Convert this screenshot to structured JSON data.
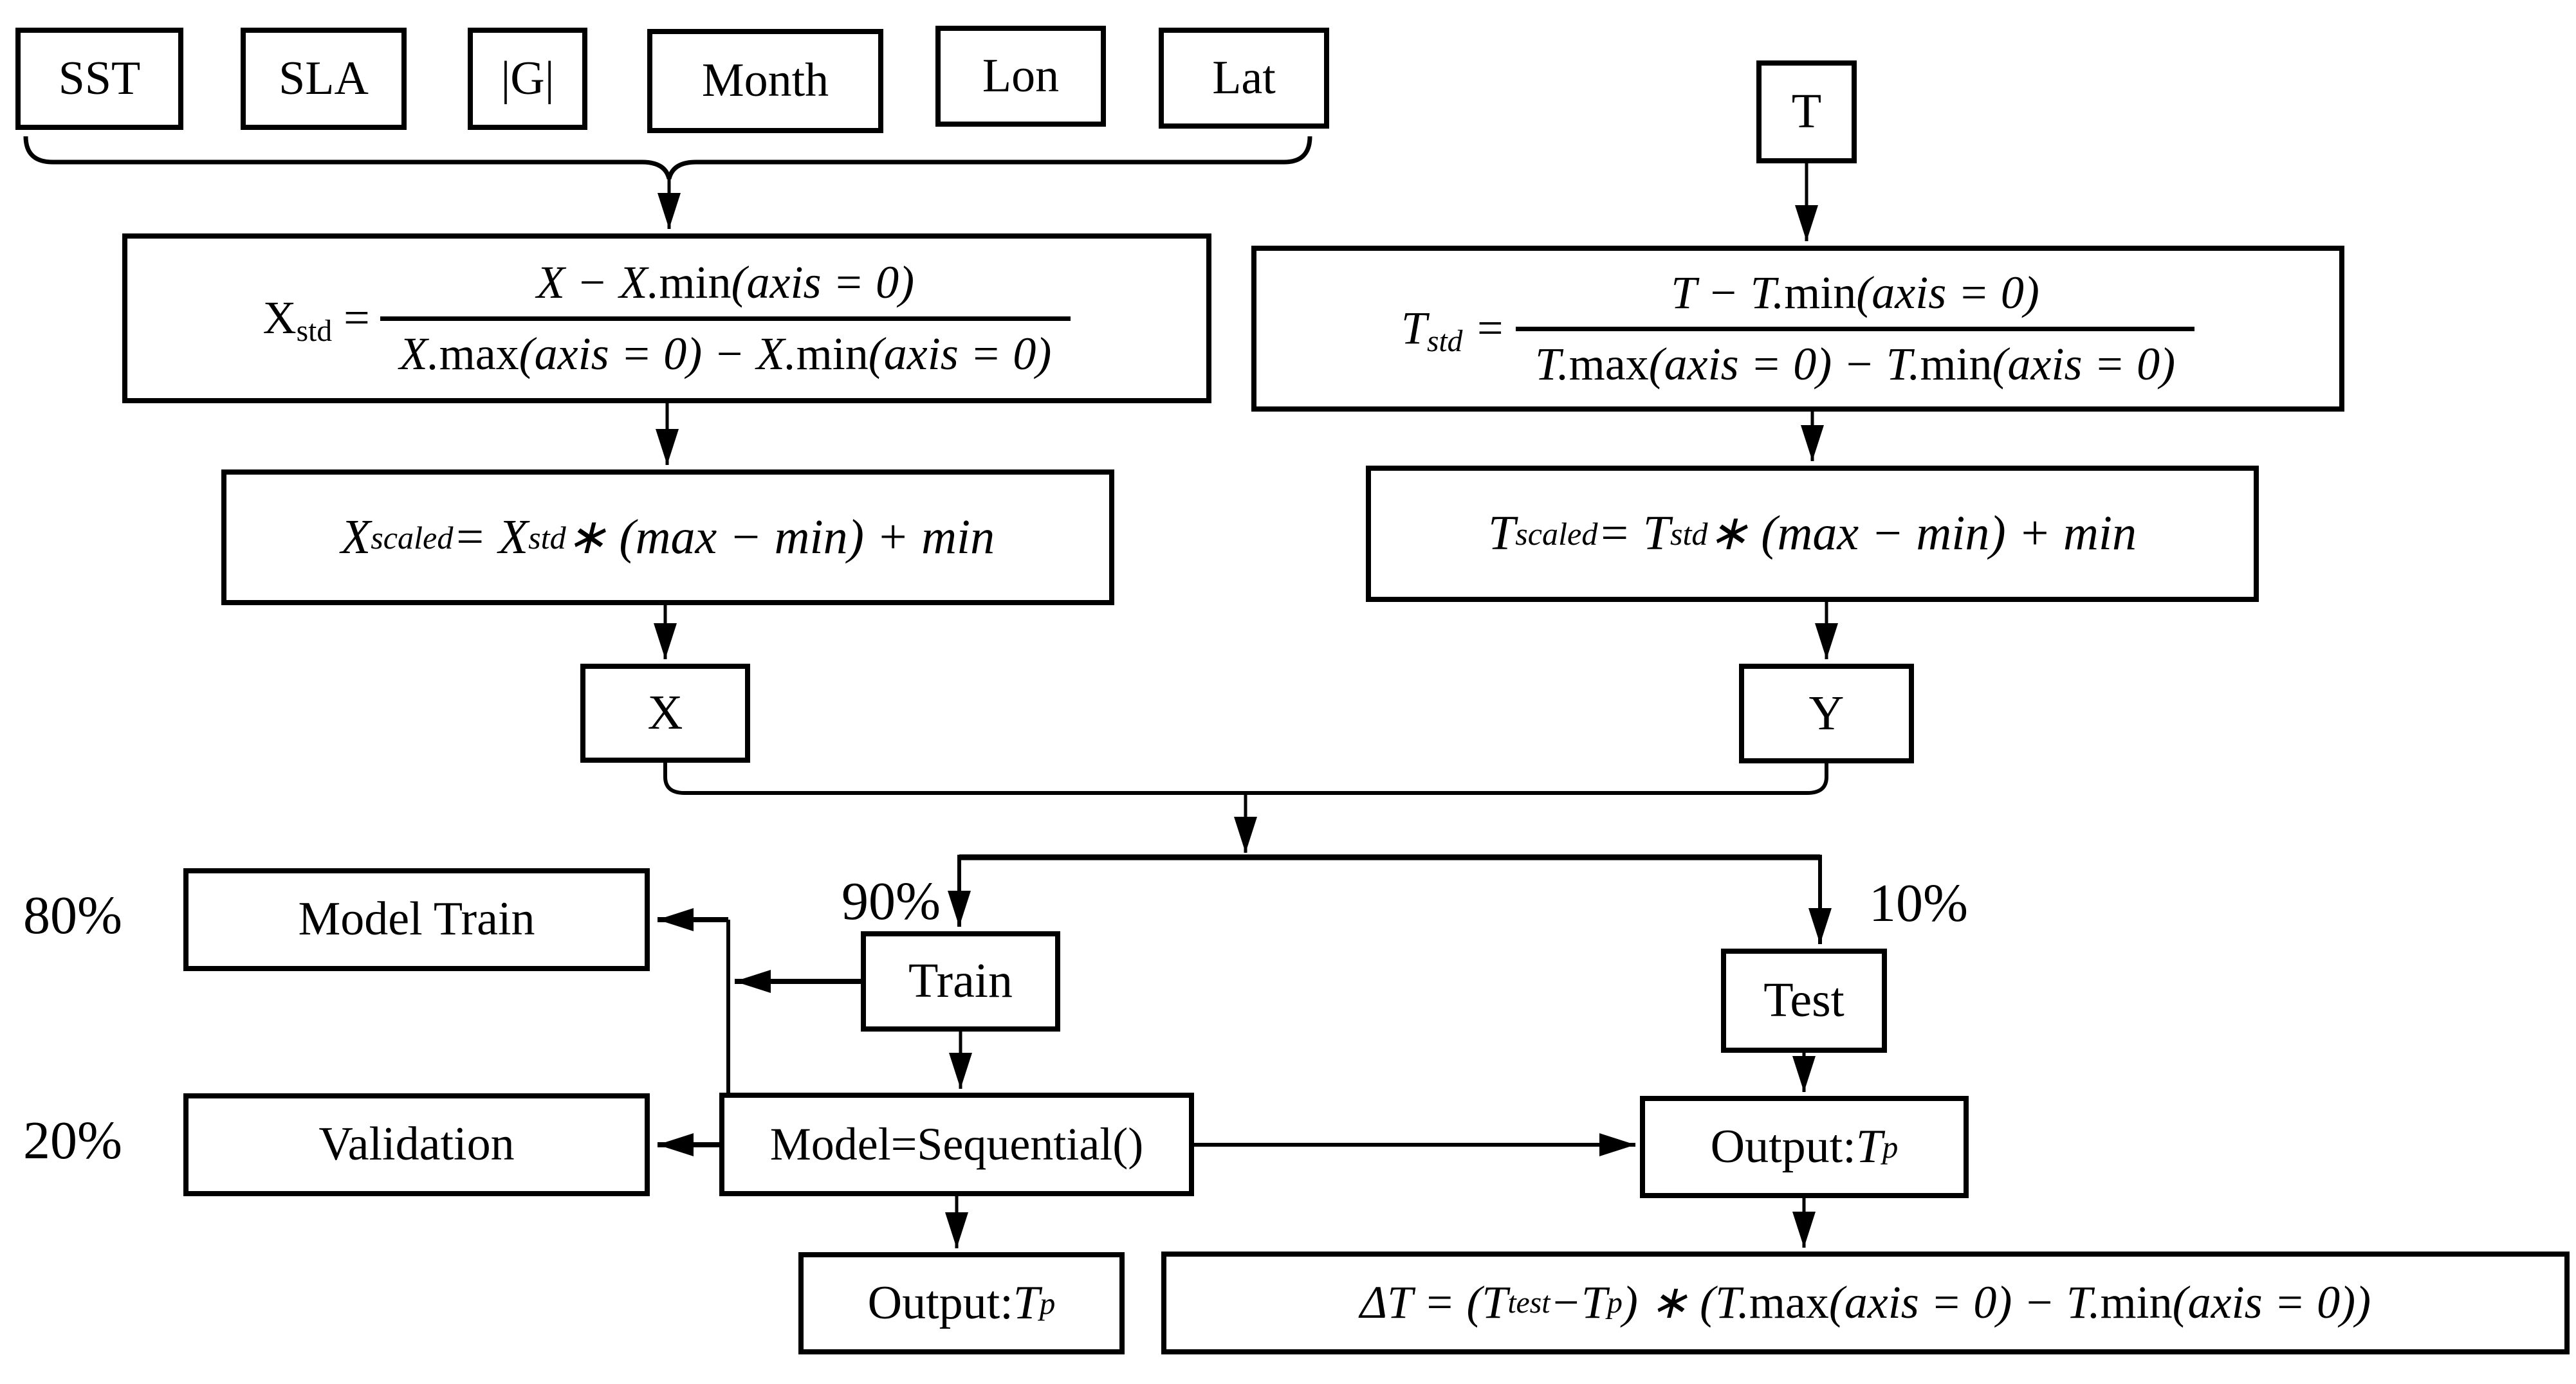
{
  "diagram": {
    "inputs": [
      "SST",
      "SLA",
      "|G|",
      "Month",
      "Lon",
      "Lat"
    ],
    "target_label": "T",
    "x_branch": {
      "std": {
        "lhs": [
          {
            "t": "X",
            "rm": 1
          },
          {
            "t": "std",
            "sub": 1,
            "rm": 1
          },
          {
            "t": " = ",
            "rm": 1
          }
        ],
        "num": [
          {
            "t": "X − X."
          },
          {
            "t": "min",
            "rm": 1
          },
          {
            "t": "("
          },
          {
            "t": "axis"
          },
          {
            "t": " = 0)"
          }
        ],
        "den": [
          {
            "t": "X."
          },
          {
            "t": "max",
            "rm": 1
          },
          {
            "t": "("
          },
          {
            "t": "axis"
          },
          {
            "t": " = 0) − X."
          },
          {
            "t": "min",
            "rm": 1
          },
          {
            "t": "("
          },
          {
            "t": "axis"
          },
          {
            "t": " = 0)"
          }
        ]
      },
      "scaled": [
        {
          "t": "X"
        },
        {
          "t": "scaled",
          "sub": 1
        },
        {
          "t": " = X"
        },
        {
          "t": "std",
          "sub": 1
        },
        {
          "t": " ∗ (max − min) + min"
        }
      ],
      "var_label": "X"
    },
    "t_branch": {
      "std": {
        "lhs": [
          {
            "t": "T"
          },
          {
            "t": "std",
            "sub": 1
          },
          {
            "t": " = "
          }
        ],
        "num": [
          {
            "t": "T − T."
          },
          {
            "t": "min",
            "rm": 1
          },
          {
            "t": "("
          },
          {
            "t": "axis"
          },
          {
            "t": " = 0)"
          }
        ],
        "den": [
          {
            "t": "T."
          },
          {
            "t": "max",
            "rm": 1
          },
          {
            "t": "("
          },
          {
            "t": "axis"
          },
          {
            "t": " = 0) − T."
          },
          {
            "t": "min",
            "rm": 1
          },
          {
            "t": "("
          },
          {
            "t": "axis"
          },
          {
            "t": " = 0)"
          }
        ]
      },
      "scaled": [
        {
          "t": "T"
        },
        {
          "t": "scaled",
          "sub": 1
        },
        {
          "t": " = T"
        },
        {
          "t": "std",
          "sub": 1
        },
        {
          "t": " ∗ (max − min) + min"
        }
      ],
      "var_label": "Y"
    },
    "split": {
      "train_pct": "90%",
      "test_pct": "10%",
      "train_label": "Train",
      "test_label": "Test"
    },
    "train_side": {
      "model_train_pct": "80%",
      "validation_pct": "20%",
      "model_train_label": "Model Train",
      "validation_label": "Validation",
      "model_label": "Model=Sequential()",
      "output": [
        {
          "t": "Output: ",
          "rm": 1
        },
        {
          "t": "T"
        },
        {
          "t": "p",
          "sub": 1
        }
      ]
    },
    "test_side": {
      "output": [
        {
          "t": "Output:",
          "rm": 1
        },
        {
          "t": "T"
        },
        {
          "t": "p",
          "sub": 1
        }
      ],
      "delta": [
        {
          "t": "ΔT = (T"
        },
        {
          "t": "test",
          "sub": 1
        },
        {
          "t": "−T"
        },
        {
          "t": "p",
          "sub": 1
        },
        {
          "t": ") ∗ (T."
        },
        {
          "t": "max",
          "rm": 1
        },
        {
          "t": "(axis = 0) − T."
        },
        {
          "t": "min",
          "rm": 1
        },
        {
          "t": "(axis = 0))"
        }
      ]
    }
  }
}
